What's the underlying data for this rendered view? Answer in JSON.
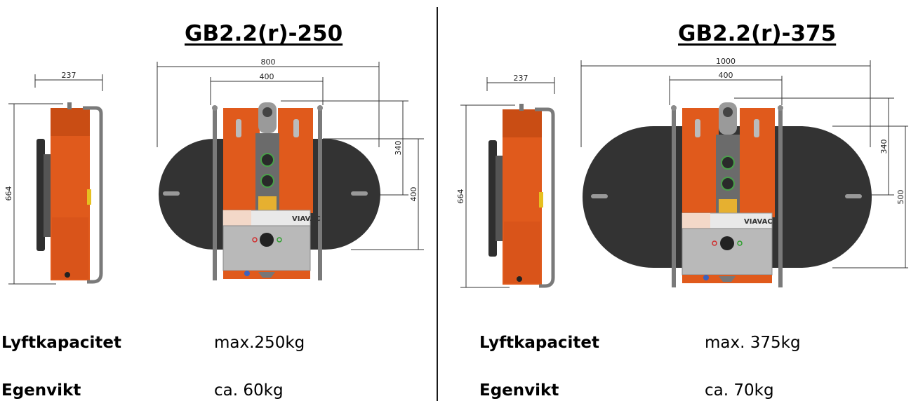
{
  "left": {
    "title": "GB2.2(r)-250",
    "dims": {
      "side_width": "237",
      "height": "664",
      "total_width": "800",
      "frame_width": "400",
      "upper_height": "340",
      "pad_height": "400"
    },
    "specs": [
      {
        "label": "Lyftkapacitet",
        "value": "max.250kg"
      },
      {
        "label": "Egenvikt",
        "value": "ca. 60kg"
      }
    ],
    "brand": "VIAVAC"
  },
  "right": {
    "title": "GB2.2(r)-375",
    "dims": {
      "side_width": "237",
      "height": "664",
      "total_width": "1000",
      "frame_width": "400",
      "upper_height": "340",
      "pad_height": "500"
    },
    "specs": [
      {
        "label": "Lyftkapacitet",
        "value": "max. 375kg"
      },
      {
        "label": "Egenvikt",
        "value": "ca. 70kg"
      }
    ],
    "brand": "VIAVAC"
  },
  "colors": {
    "body_orange": "#e05a1c",
    "pad_dark": "#333333",
    "frame_grey": "#7a7a7a",
    "panel_grey": "#b9b9b9"
  }
}
